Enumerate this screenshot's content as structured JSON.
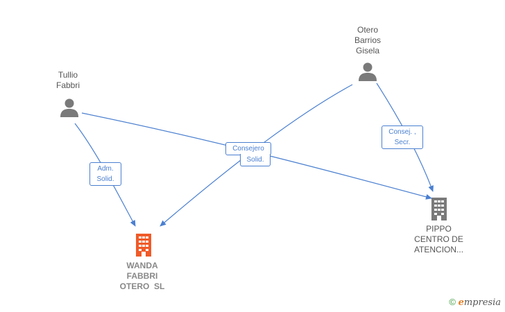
{
  "nodes": {
    "tullio": {
      "name_lines": [
        "Tullio",
        "Fabbri"
      ],
      "type": "person"
    },
    "otero": {
      "name_lines": [
        "Otero",
        "Barrios",
        "Gisela"
      ],
      "type": "person"
    },
    "wanda": {
      "name_lines": [
        "WANDA",
        "FABBRI",
        "OTERO  SL"
      ],
      "type": "company"
    },
    "pippo": {
      "name_lines": [
        "PIPPO",
        "CENTRO DE",
        "ATENCION..."
      ],
      "type": "company"
    }
  },
  "edges": {
    "adm_solid": {
      "lines": [
        "Adm.",
        "Solid."
      ]
    },
    "consejero": {
      "lines": [
        "Consejero",
        "Solid."
      ]
    },
    "consej_secr": {
      "lines": [
        "Consej. ,",
        "Secr."
      ]
    }
  },
  "colors": {
    "edge": "#4a7fd0",
    "person_icon": "#7a7a7a",
    "company_primary": "#f05a28",
    "company_secondary": "#7a7a7a"
  },
  "brand": {
    "copyright": "©",
    "e": "e",
    "rest": "mpresia"
  }
}
